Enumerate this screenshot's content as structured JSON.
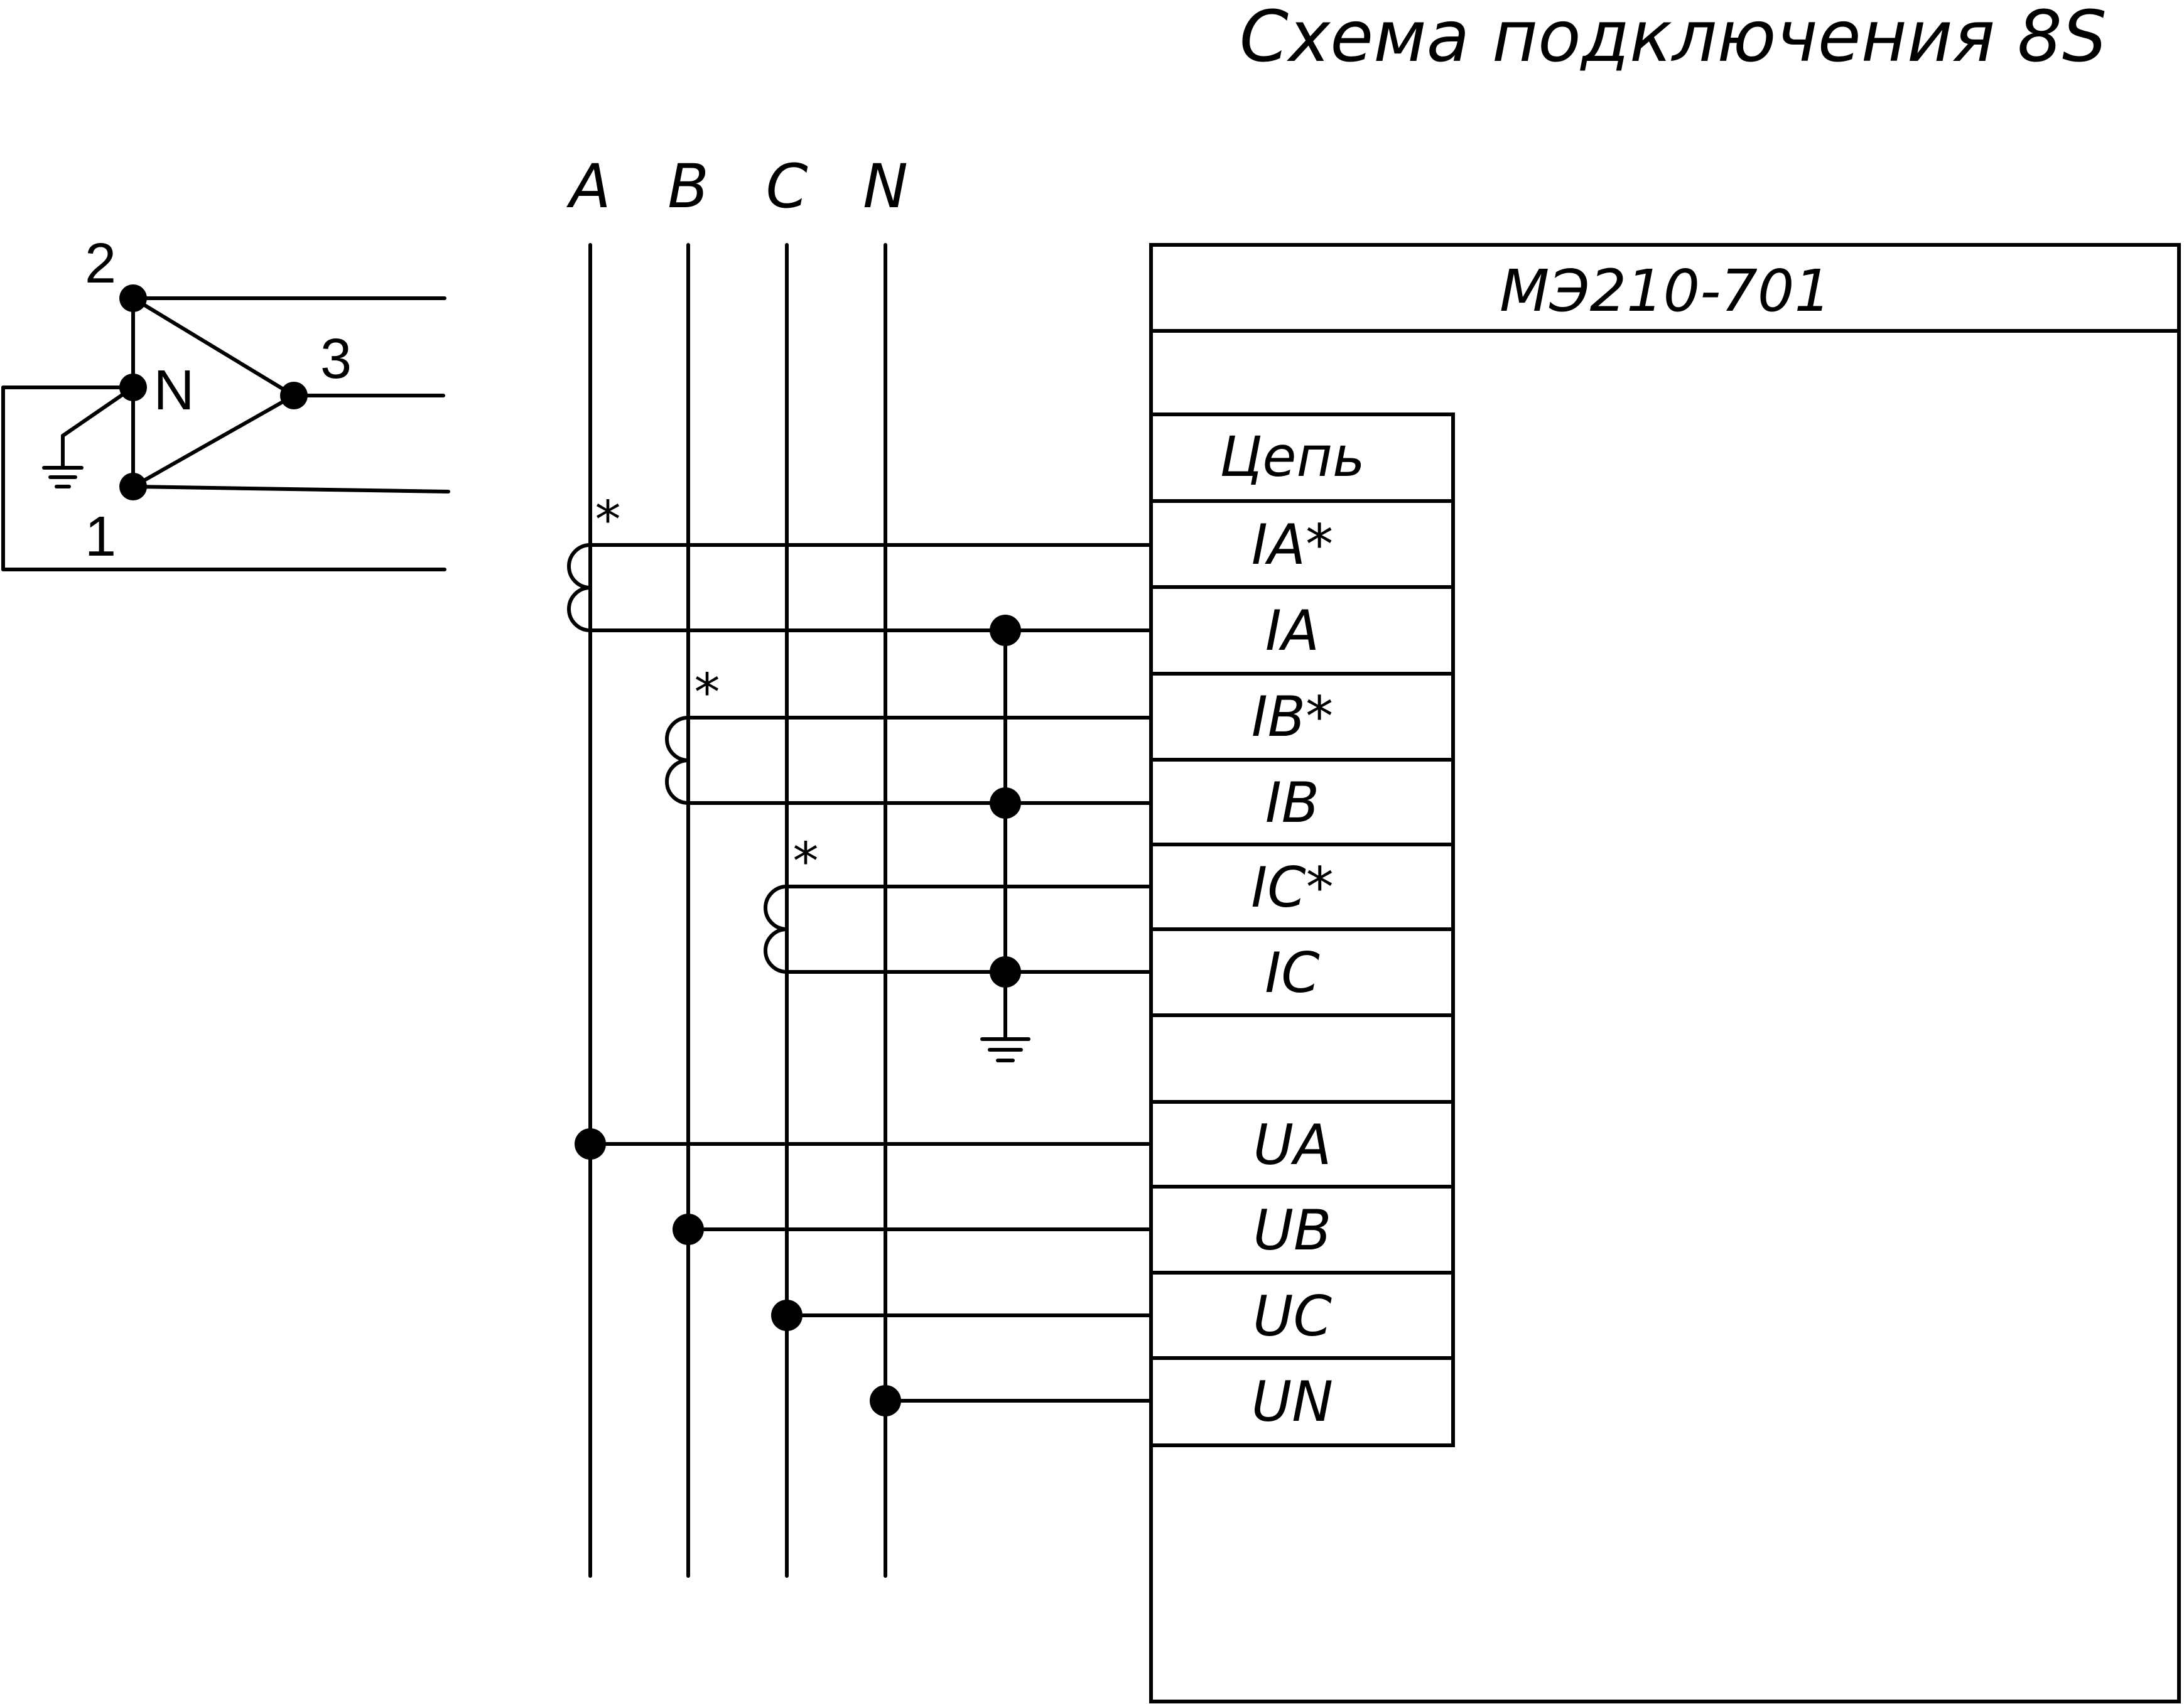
{
  "title": "Схема подключения 8S",
  "device": {
    "name": "МЭ210-701",
    "table_header": "Цепь",
    "terminals": [
      "IA*",
      "IA",
      "IB*",
      "IB",
      "IC*",
      "IC",
      "",
      "UA",
      "UB",
      "UC",
      "UN"
    ]
  },
  "phases": [
    "A",
    "B",
    "C",
    "N"
  ],
  "polarity_mark": "*",
  "vector_diagram": {
    "points": [
      "2",
      "N",
      "3",
      "1"
    ]
  }
}
